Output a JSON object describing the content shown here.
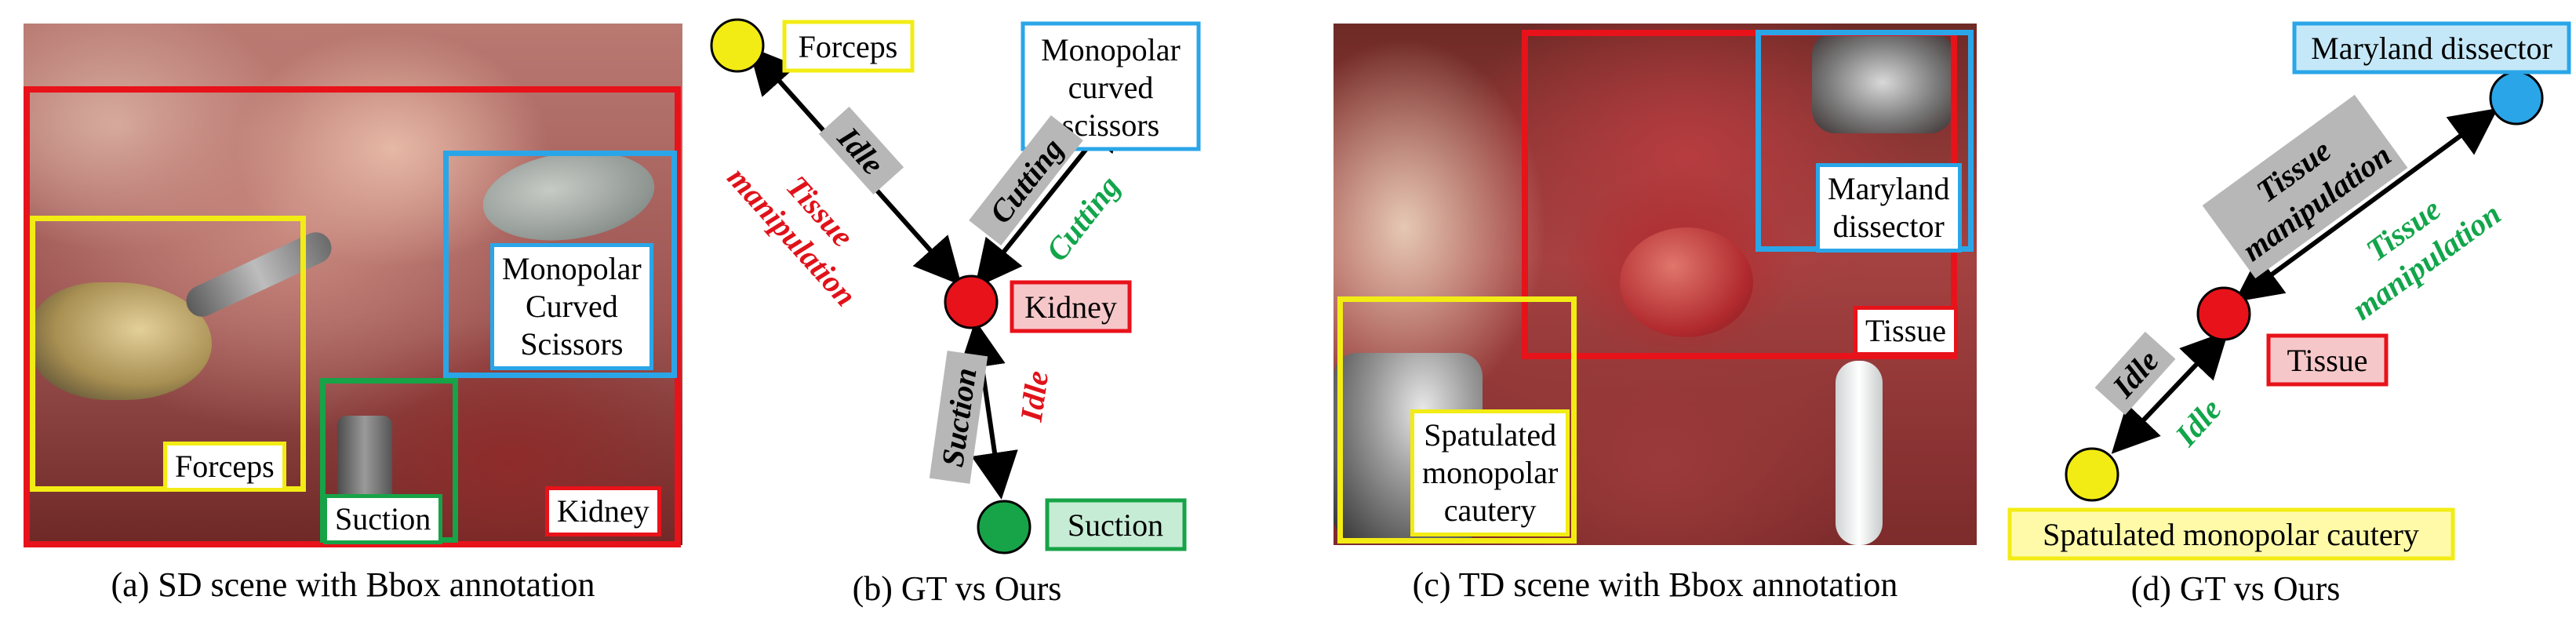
{
  "colors": {
    "red": "#e8121a",
    "yellow": "#f2ec14",
    "blue": "#2aa6e8",
    "green": "#17a347",
    "gt_text": "#000000",
    "pred_text_red": "#e0121a",
    "pred_text_green": "#12a54b",
    "gt_bg": "#b7b7b7",
    "kidney_tag_bg": "#f6c7c9",
    "suction_tag_bg": "#c6ecd5",
    "maryland_tag_bg": "#c5e8f8",
    "spatulated_tag_bg": "#fffaa8",
    "tissue_tag_bg": "#f6c7c9"
  },
  "panel_a": {
    "caption": "(a) SD scene with Bbox annotation",
    "labels": {
      "kidney": "Kidney",
      "forceps": "Forceps",
      "suction": "Suction",
      "monopolar": [
        "Monopolar",
        "Curved",
        "Scissors"
      ]
    }
  },
  "panel_b": {
    "caption": "(b) GT vs Ours",
    "nodes": {
      "forceps": "Forceps",
      "monopolar": [
        "Monopolar",
        "curved",
        "scissors"
      ],
      "kidney": "Kidney",
      "suction": "Suction"
    },
    "edges": {
      "forceps_gt": "Idle",
      "forceps_pred": [
        "Tissue",
        "manipulation"
      ],
      "scissors_gt": "Cutting",
      "scissors_pred": "Cutting",
      "suction_gt": "Suction",
      "suction_pred": "Idle"
    }
  },
  "panel_c": {
    "caption": "(c) TD scene with Bbox annotation",
    "labels": {
      "tissue": "Tissue",
      "maryland": [
        "Maryland",
        "dissector"
      ],
      "spatulated": [
        "Spatulated",
        "monopolar",
        "cautery"
      ]
    }
  },
  "panel_d": {
    "caption": "(d) GT vs Ours",
    "nodes": {
      "maryland": "Maryland dissector",
      "tissue": "Tissue",
      "spatulated": "Spatulated monopolar cautery"
    },
    "edges": {
      "maryland_gt": [
        "Tissue",
        "manipulation"
      ],
      "maryland_pred": [
        "Tissue",
        "manipulation"
      ],
      "spatulated_gt": "Idle",
      "spatulated_pred": "Idle"
    }
  }
}
